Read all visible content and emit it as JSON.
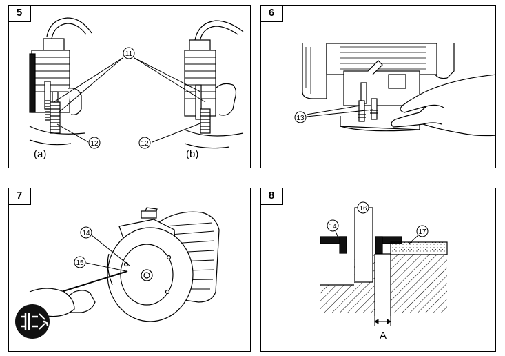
{
  "figures": [
    {
      "number": "5",
      "callouts": [
        "11",
        "12",
        "12"
      ],
      "captions": [
        "(a)",
        "(b)"
      ]
    },
    {
      "number": "6",
      "callouts": [
        "13"
      ]
    },
    {
      "number": "7",
      "callouts": [
        "14",
        "15"
      ],
      "icon": "unplug-icon"
    },
    {
      "number": "8",
      "callouts": [
        "14",
        "16",
        "17"
      ],
      "dimension_label": "A"
    }
  ]
}
